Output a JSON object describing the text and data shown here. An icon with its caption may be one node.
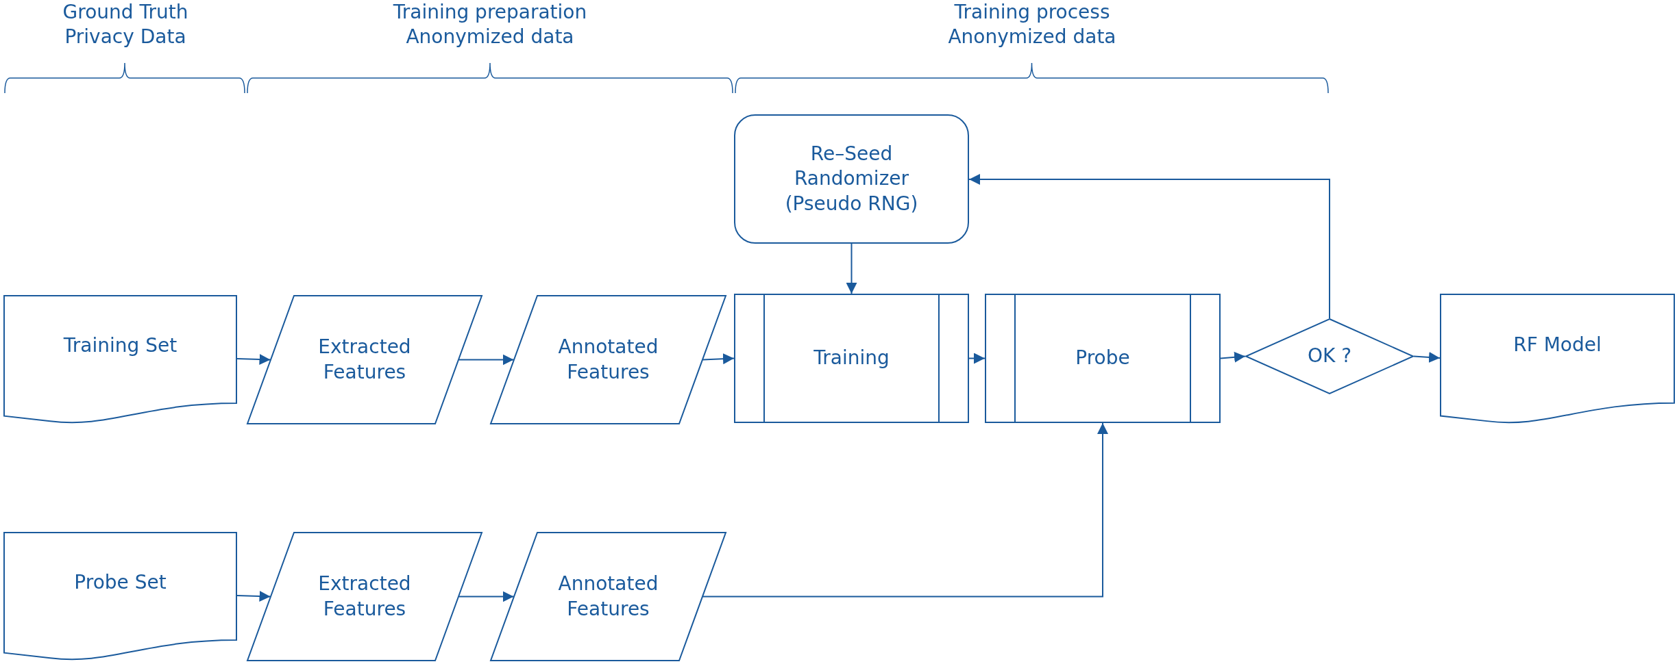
{
  "diagram": {
    "nodes": [
      {
        "text": [
          "Training Set"
        ]
      },
      {
        "text": [
          "Extracted Features"
        ]
      },
      {
        "text": [
          "Annotated Features"
        ]
      },
      {
        "text": [
          "Re–Seed Randomizer (Pseudo RNG)"
        ]
      },
      {
        "text": [
          "Training"
        ]
      },
      {
        "text": [
          "Probe"
        ]
      },
      {
        "text": [
          "OK ?"
        ]
      },
      {
        "text": [
          "RF Model"
        ]
      },
      {
        "text": [
          "Probe Set"
        ]
      },
      {
        "text": [
          "Extracted Features"
        ]
      },
      {
        "text": [
          "Annotated Features"
        ]
      }
    ],
    "edges": [
      {
        "from": 0,
        "to": 1,
        "arrow": "to"
      },
      {
        "from": 1,
        "to": 2,
        "arrow": "to"
      },
      {
        "from": 2,
        "to": 4,
        "arrow": "to"
      },
      {
        "from": 3,
        "to": 4,
        "arrow": "to"
      },
      {
        "from": 4,
        "to": 5,
        "arrow": "to"
      },
      {
        "from": 5,
        "to": 6,
        "arrow": "to"
      },
      {
        "from": 6,
        "to": 7,
        "arrow": "to"
      },
      {
        "from": 6,
        "to": 3,
        "arrow": "to"
      },
      {
        "from": 8,
        "to": 9,
        "arrow": "to"
      },
      {
        "from": 9,
        "to": 10,
        "arrow": "to"
      },
      {
        "from": 10,
        "to": 5,
        "arrow": "to"
      }
    ],
    "labels": [
      "Ground Truth Privacy Data",
      "Training preparation Anonymized data",
      "Training process Anonymized data"
    ]
  }
}
